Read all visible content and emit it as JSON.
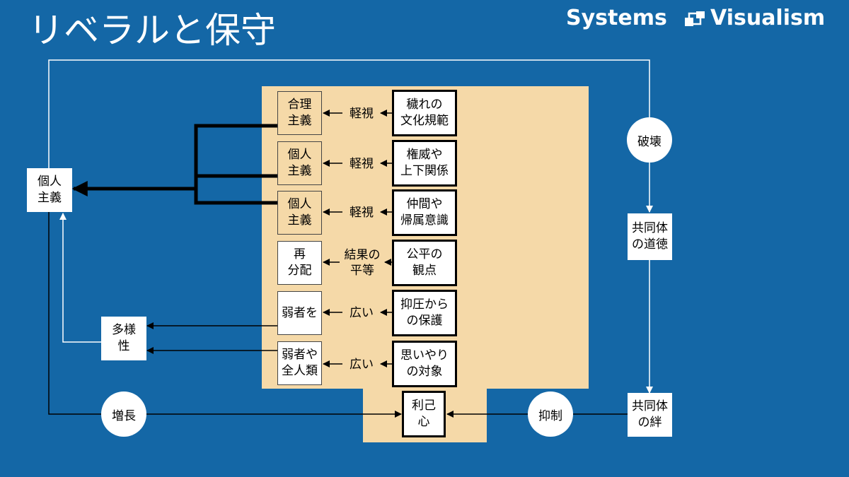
{
  "header": {
    "title": "リベラルと保守",
    "brand_left": "Systems",
    "brand_right": "Visualism"
  },
  "nodes": {
    "individualism_main": "個人\n主義",
    "diversity": "多様\n性",
    "rationalism": "合理\n主義",
    "individualism_1": "個人\n主義",
    "individualism_2": "個人\n主義",
    "redistribution": "再\n分配",
    "weak": "弱者を",
    "weak_all": "弱者や\n全人類",
    "impurity_norms": "穢れの\n文化規範",
    "authority": "権威や\n上下関係",
    "belonging": "仲間や\n帰属意識",
    "fairness": "公平の\n観点",
    "protection": "抑圧から\n の保護",
    "compassion": "思いやり\nの対象",
    "selfishness": "利己\n心",
    "community_morals": "共同体\nの道徳",
    "community_bonds": "共同体\nの絆"
  },
  "labels": {
    "neglect_1": "軽視",
    "neglect_2": "軽視",
    "neglect_3": "軽視",
    "equal_outcome": "結果の\n平等",
    "broad_1": "広い",
    "broad_2": "広い"
  },
  "circles": {
    "destroy": "破壊",
    "increase": "増長",
    "suppress": "抑制"
  },
  "colors": {
    "background": "#1467a6",
    "panel": "#f5d9a8",
    "line_white": "#ffffff",
    "line_black": "#000000"
  }
}
